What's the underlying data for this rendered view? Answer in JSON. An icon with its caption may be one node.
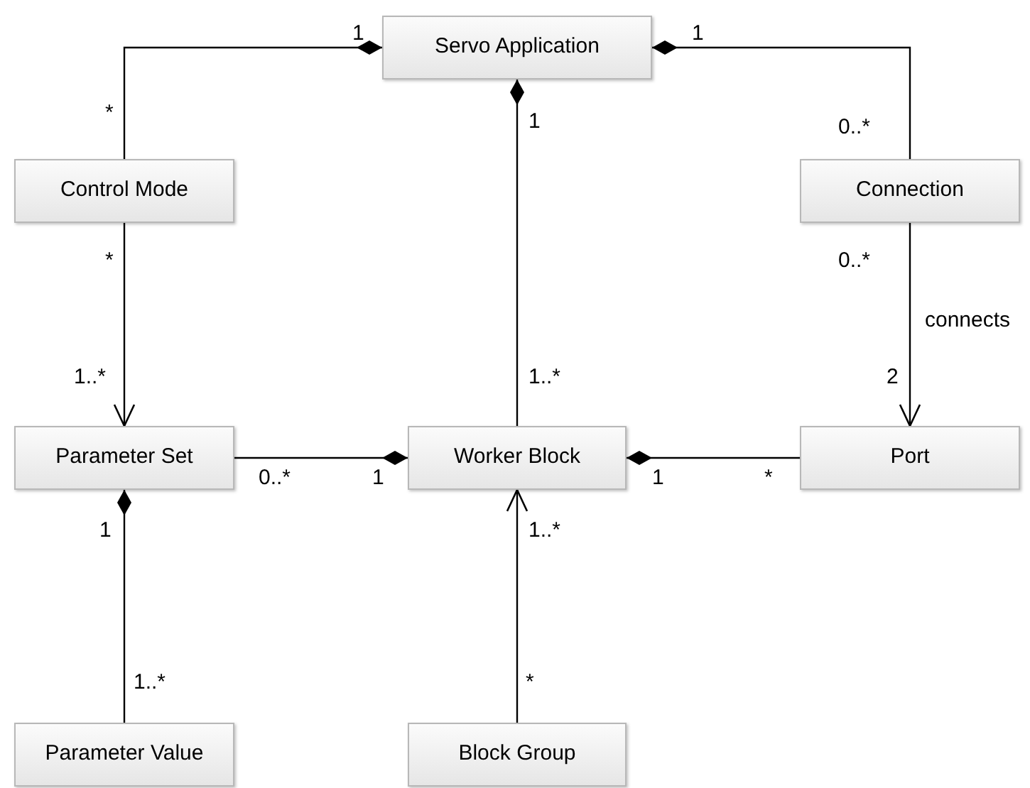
{
  "diagram": {
    "nodes": [
      {
        "text": [
          "Servo Application"
        ]
      },
      {
        "text": [
          "Control Mode"
        ]
      },
      {
        "text": [
          "Connection"
        ]
      },
      {
        "text": [
          "Parameter Set"
        ]
      },
      {
        "text": [
          "Worker Block"
        ]
      },
      {
        "text": [
          "Port"
        ]
      },
      {
        "text": [
          "Parameter Value"
        ]
      },
      {
        "text": [
          "Block Group"
        ]
      }
    ],
    "edges": [
      {
        "from": 0,
        "to": 1,
        "arrow": "other"
      },
      {
        "from": 0,
        "to": 4,
        "arrow": "other"
      },
      {
        "from": 0,
        "to": 2,
        "arrow": "other"
      },
      {
        "from": 1,
        "to": 3,
        "arrow": "to"
      },
      {
        "from": 2,
        "to": 5,
        "arrow": "to",
        "label": "connects"
      },
      {
        "from": 4,
        "to": 3,
        "arrow": "other"
      },
      {
        "from": 4,
        "to": 5,
        "arrow": "other"
      },
      {
        "from": 3,
        "to": 6,
        "arrow": "other"
      },
      {
        "from": 7,
        "to": 4,
        "arrow": "to"
      }
    ],
    "labels": [
      "1",
      "1",
      "*",
      "1",
      "0..*",
      "*",
      "0..*",
      "1..*",
      "1..*",
      "2",
      "0..*",
      "1",
      "1",
      "*",
      "1",
      "1..*",
      "1..*",
      "*"
    ]
  }
}
